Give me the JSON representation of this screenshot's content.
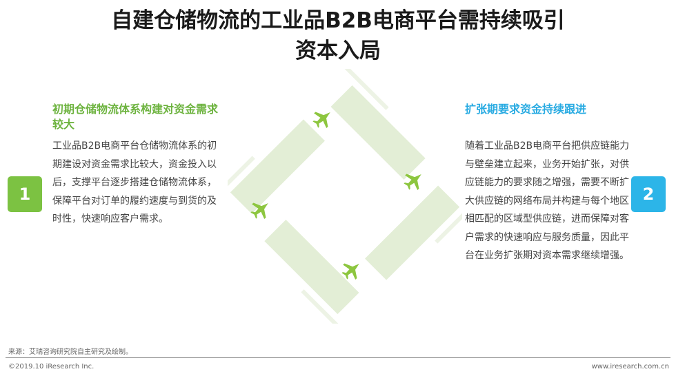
{
  "title": {
    "line1": "自建仓储物流的工业品B2B电商平台需持续吸引",
    "line2": "资本入局"
  },
  "left": {
    "badge": "1",
    "heading": "初期仓储物流体系构建对资金需求较大",
    "body": "工业品B2B电商平台仓储物流体系的初期建设对资金需求比较大，资金投入以后，支撑平台逐步搭建仓储物流体系，保障平台对订单的履约速度与到货的及时性，快速响应客户需求。"
  },
  "right": {
    "badge": "2",
    "heading": "扩张期要求资金持续跟进",
    "body": "随着工业品B2B电商平台把供应链能力与壁垒建立起来，业务开始扩张，对供应链能力的要求随之增强，需要不断扩大供应链的网络布局并构建与每个地区相匹配的区域型供应链，进而保障对客户需求的快速响应与服务质量，因此平台在业务扩张期对资本需求继续增强。"
  },
  "diagram": {
    "icon": "airplane-icon",
    "band_color": "#e3eed6",
    "plane_color": "#8dc63f"
  },
  "footer": {
    "source": "来源：艾瑞咨询研究院自主研究及绘制。",
    "copyright": "©2019.10 iResearch Inc.",
    "url": "www.iresearch.com.cn"
  }
}
